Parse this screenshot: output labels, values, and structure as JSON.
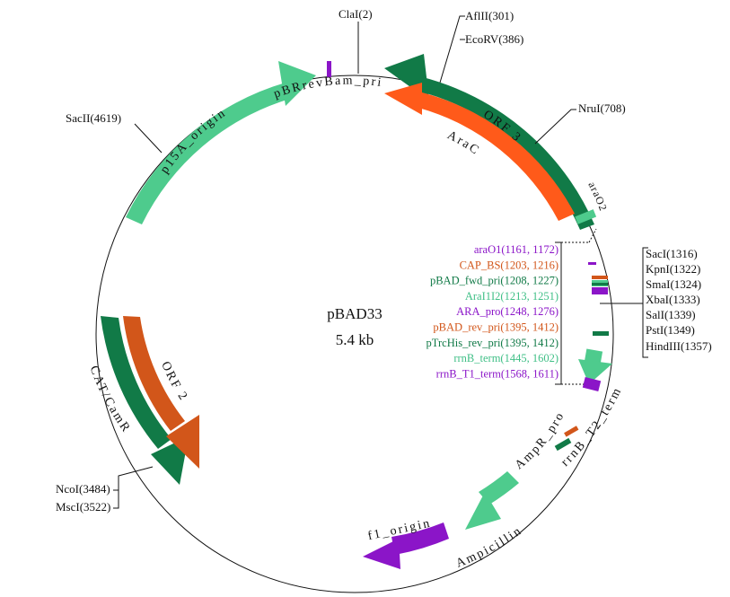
{
  "plasmid": {
    "name": "pBAD33",
    "size": "5.4 kb"
  },
  "colors": {
    "dark_green": "#117a47",
    "light_green": "#4ecb8d",
    "orange": "#ff5a1a",
    "rust": "#d2561a",
    "purple": "#8b15c8",
    "teal_text": "#3fbf86"
  },
  "sites": {
    "clai": "ClaI(2)",
    "aflii": "AflII(301)",
    "ecorv": "EcoRV(386)",
    "nrui": "NruI(708)",
    "sacii": "SacII(4619)",
    "ncoi": "NcoI(3484)",
    "msci": "MscI(3522)",
    "mcs": [
      "SacI(1316)",
      "KpnI(1322)",
      "SmaI(1324)",
      "XbaI(1333)",
      "SalI(1339)",
      "PstI(1349)",
      "HindIII(1357)"
    ]
  },
  "feature_list": [
    {
      "text": "araO1(1161, 1172)",
      "color": "#8b15c8"
    },
    {
      "text": "CAP_BS(1203, 1216)",
      "color": "#d2561a"
    },
    {
      "text": "pBAD_fwd_pri(1208, 1227)",
      "color": "#117a47"
    },
    {
      "text": "AraI1I2(1213, 1251)",
      "color": "#3fbf86"
    },
    {
      "text": "ARA_pro(1248, 1276)",
      "color": "#8b15c8"
    },
    {
      "text": "pBAD_rev_pri(1395, 1412)",
      "color": "#d2561a"
    },
    {
      "text": "pTrcHis_rev_pri(1395, 1412)",
      "color": "#117a47"
    },
    {
      "text": "rrnB_term(1445, 1602)",
      "color": "#3fbf86"
    },
    {
      "text": "rrnB_T1_term(1568, 1611)",
      "color": "#8b15c8"
    }
  ],
  "features": {
    "orf3": "ORF 3",
    "arac": "AraC",
    "arao2": "araO2",
    "p15a": "p15A_origin",
    "pbr": "pBRrevBam_pri",
    "cat": "CAT/CamR",
    "orf2": "ORF 2",
    "ampr_pro": "AmpR_pro",
    "rrnb_t2": "rrnB_T2_term",
    "ampicillin": "Ampicillin",
    "f1": "f1_origin"
  }
}
